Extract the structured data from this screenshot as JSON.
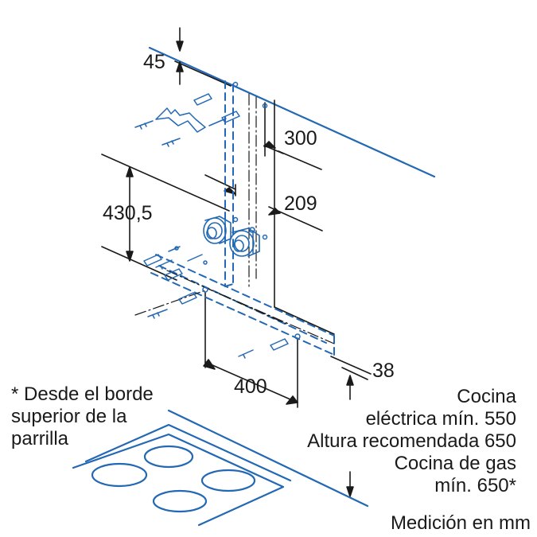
{
  "dimensions": {
    "d45": "45",
    "d300": "300",
    "d209": "209",
    "d430": "430,5",
    "d400": "400",
    "d38": "38"
  },
  "footnote": {
    "line1": "* Desde el borde",
    "line2": "superior de la",
    "line3": "parrilla"
  },
  "cooktop_note": {
    "line1": "Cocina",
    "line2": "eléctrica mín. 550",
    "line3": "Altura recomendada 650",
    "line4": "Cocina de gas",
    "line5": "mín. 650*"
  },
  "units": "Medición en mm",
  "colors": {
    "line": "#1a1a1a",
    "blue": "#2368b4"
  }
}
